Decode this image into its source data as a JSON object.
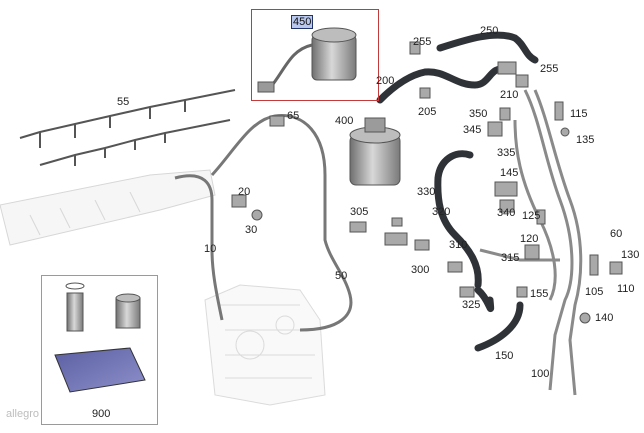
{
  "highlight_color": "#c43a3a",
  "selected_color": "#b9c8ee",
  "labels": [
    {
      "id": "p450",
      "text": "450",
      "highlight": true
    },
    {
      "id": "p250",
      "text": "250"
    },
    {
      "id": "p255a",
      "text": "255"
    },
    {
      "id": "p255b",
      "text": "255"
    },
    {
      "id": "p200",
      "text": "200"
    },
    {
      "id": "p210",
      "text": "210"
    },
    {
      "id": "p205",
      "text": "205"
    },
    {
      "id": "p55",
      "text": "55"
    },
    {
      "id": "p65",
      "text": "65"
    },
    {
      "id": "p400",
      "text": "400"
    },
    {
      "id": "p350",
      "text": "350"
    },
    {
      "id": "p345",
      "text": "345"
    },
    {
      "id": "p115",
      "text": "115"
    },
    {
      "id": "p135",
      "text": "135"
    },
    {
      "id": "p335",
      "text": "335"
    },
    {
      "id": "p330",
      "text": "330"
    },
    {
      "id": "p145",
      "text": "145"
    },
    {
      "id": "p20",
      "text": "20"
    },
    {
      "id": "p30",
      "text": "30"
    },
    {
      "id": "p340",
      "text": "340"
    },
    {
      "id": "p125",
      "text": "125"
    },
    {
      "id": "p305",
      "text": "305"
    },
    {
      "id": "p320",
      "text": "320"
    },
    {
      "id": "p60",
      "text": "60"
    },
    {
      "id": "p120",
      "text": "120"
    },
    {
      "id": "p310",
      "text": "310"
    },
    {
      "id": "p10",
      "text": "10"
    },
    {
      "id": "p130",
      "text": "130"
    },
    {
      "id": "p315",
      "text": "315"
    },
    {
      "id": "p300",
      "text": "300"
    },
    {
      "id": "p50",
      "text": "50"
    },
    {
      "id": "p105",
      "text": "105"
    },
    {
      "id": "p110",
      "text": "110"
    },
    {
      "id": "p155",
      "text": "155"
    },
    {
      "id": "p325",
      "text": "325"
    },
    {
      "id": "p140",
      "text": "140"
    },
    {
      "id": "p150",
      "text": "150"
    },
    {
      "id": "p100",
      "text": "100"
    },
    {
      "id": "p900",
      "text": "900"
    }
  ],
  "watermark": "allegro"
}
